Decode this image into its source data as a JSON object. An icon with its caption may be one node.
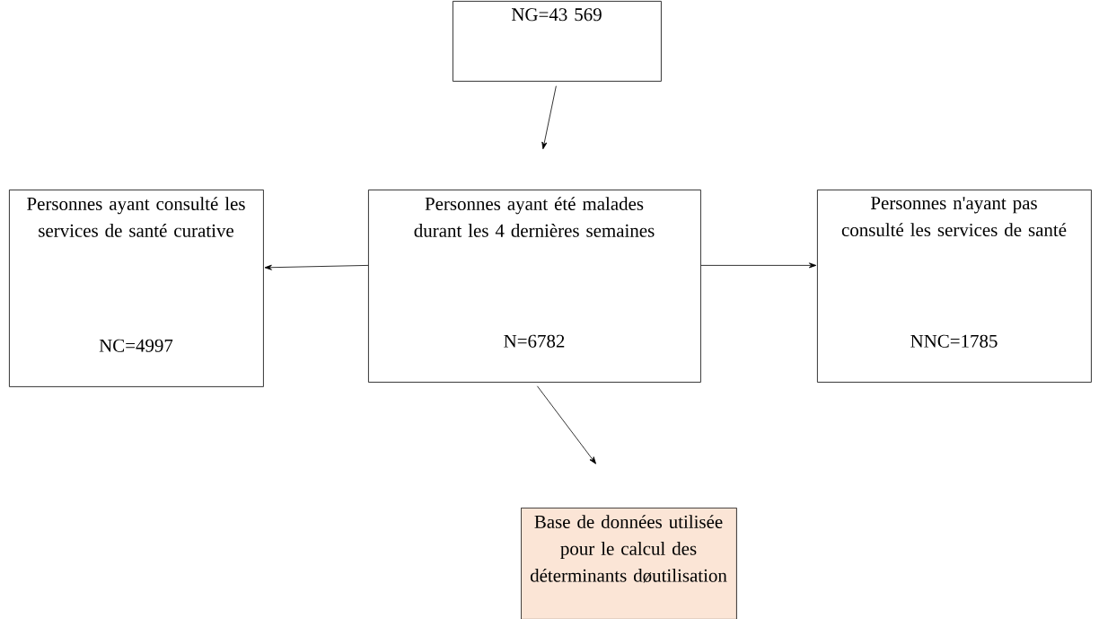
{
  "diagram": {
    "nodes": [
      {
        "text": [
          "NG=43 569"
        ]
      },
      {
        "text": [
          "Personnes ayant été malades durant les 4 dernières semaines",
          "N=6782"
        ]
      },
      {
        "text": [
          "Personnes ayant consulté les services de santé curative",
          "NC=4997"
        ]
      },
      {
        "text": [
          "Personnes n'ayant pas consulté les services de santé",
          "NNC=1785"
        ]
      },
      {
        "text": [
          "Base de données utilisée pour le calcul des déterminants døutilisation"
        ]
      }
    ],
    "edges": [
      {
        "from": 0,
        "to": 1,
        "arrow": "to"
      },
      {
        "from": 1,
        "to": 2,
        "arrow": "to"
      },
      {
        "from": 1,
        "to": 3,
        "arrow": "to"
      },
      {
        "from": 1,
        "to": 4,
        "arrow": "to"
      }
    ]
  }
}
